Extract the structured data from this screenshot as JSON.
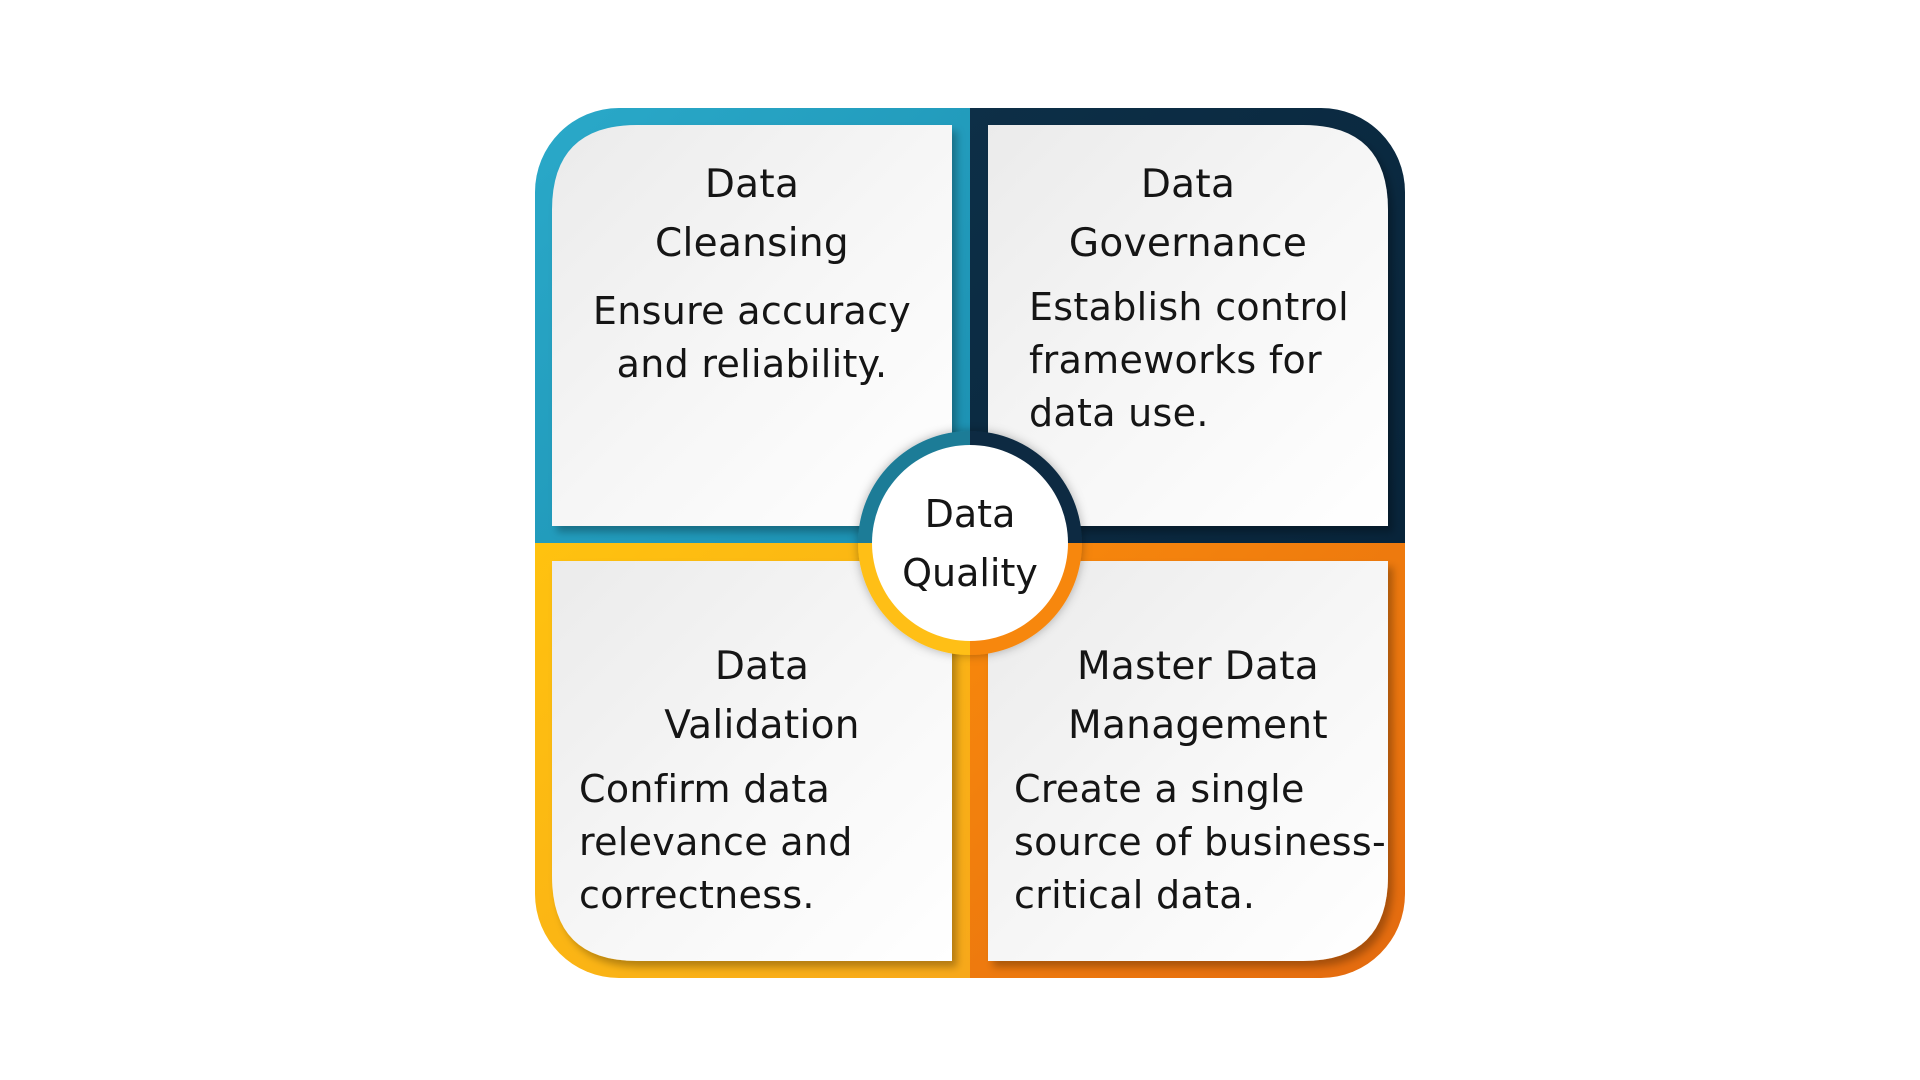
{
  "center": {
    "lines": [
      "Data",
      "Quality"
    ]
  },
  "quadrants": [
    {
      "id": "data-cleansing",
      "title_lines": [
        "Data",
        "Cleansing"
      ],
      "desc_lines": [
        "Ensure accuracy",
        "and reliability."
      ],
      "color": "#23A0C2"
    },
    {
      "id": "data-governance",
      "title_lines": [
        "Data",
        "Governance"
      ],
      "desc_lines": [
        "Establish control",
        "frameworks for",
        "data use."
      ],
      "color": "#0C2C44"
    },
    {
      "id": "data-validation",
      "title_lines": [
        "Data",
        "Validation"
      ],
      "desc_lines": [
        "Confirm data",
        "relevance and",
        "correctness."
      ],
      "color": "#FDB813"
    },
    {
      "id": "master-data-management",
      "title_lines": [
        "Master Data",
        "Management"
      ],
      "desc_lines": [
        "Create a single",
        "source of business-",
        "critical data."
      ],
      "color": "#F7870E"
    }
  ]
}
